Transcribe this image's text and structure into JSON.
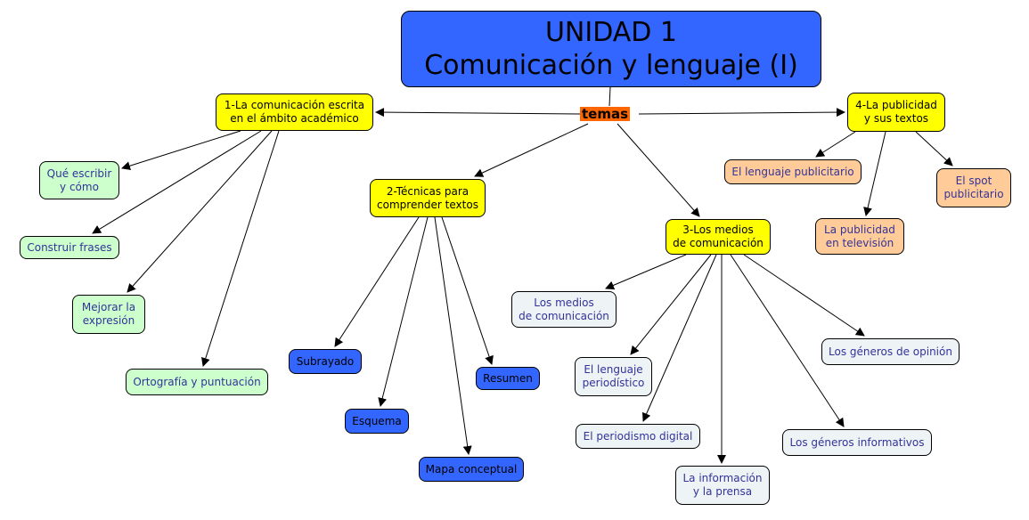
{
  "map": {
    "title": {
      "line1": "UNIDAD 1",
      "line2": "Comunicación y lenguaje (I)"
    },
    "link_label": "temas",
    "topics": [
      {
        "id": "t1",
        "label": "1-La comunicación escrita\nen el ámbito académico",
        "subtopics": [
          "Qué escribir\ny cómo",
          "Construir frases",
          "Mejorar la\nexpresión",
          "Ortografía y puntuación"
        ]
      },
      {
        "id": "t2",
        "label": "2-Técnicas para\ncomprender textos",
        "subtopics": [
          "Subrayado",
          "Esquema",
          "Mapa conceptual",
          "Resumen"
        ]
      },
      {
        "id": "t3",
        "label": "3-Los medios\nde comunicación",
        "subtopics": [
          "Los medios\nde comunicación",
          "El lenguaje\nperiodístico",
          "El periodismo digital",
          "La información\ny la prensa",
          "Los géneros informativos",
          "Los géneros de opinión"
        ]
      },
      {
        "id": "t4",
        "label": "4-La publicidad\ny sus textos",
        "subtopics": [
          "El lenguaje publicitario",
          "La publicidad\nen televisión",
          "El spot\npublicitario"
        ]
      }
    ]
  },
  "colors": {
    "title_fill": "#3366ff",
    "topic_fill": "#ffff00",
    "link_label_fill": "#ff6600",
    "t1_fill": "#ccffcc",
    "t2_fill": "#3366ff",
    "t3_fill": "#eef3f6",
    "t4_fill": "#ffcc99",
    "sub_text": "#333399"
  }
}
